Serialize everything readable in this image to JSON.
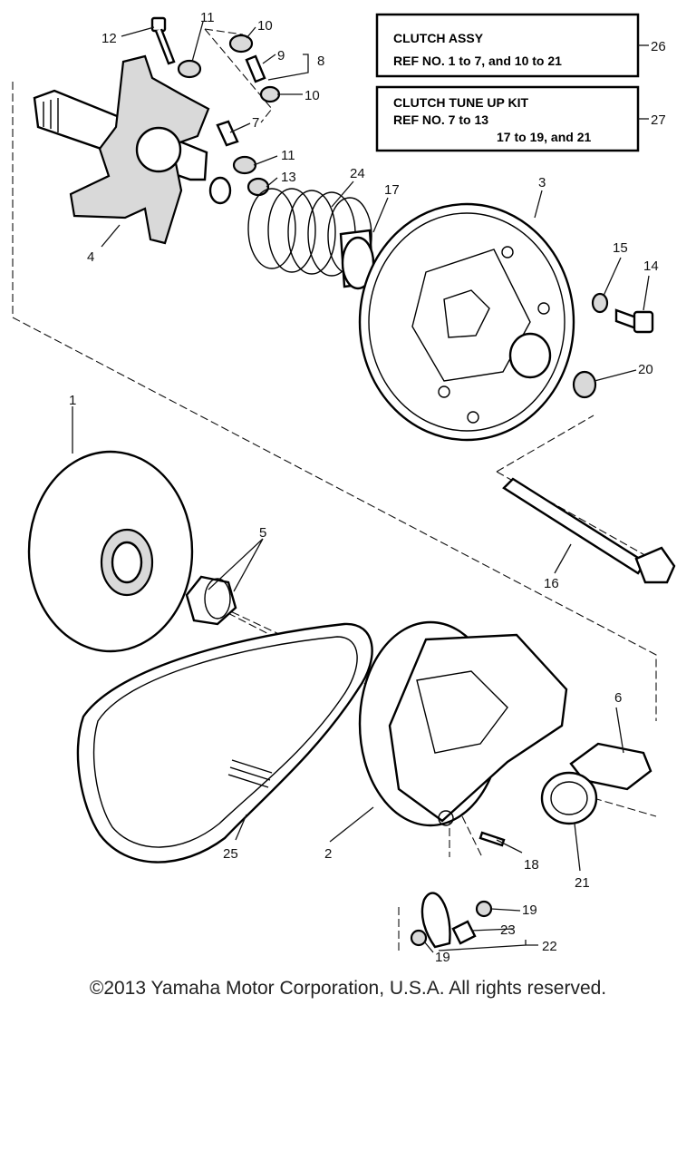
{
  "boxes": {
    "clutch_assy": {
      "title": "CLUTCH ASSY",
      "line": "REF NO. 1 to 7, and 10 to 21",
      "ref": "26"
    },
    "tune_up_kit": {
      "title": "CLUTCH TUNE UP KIT",
      "line1": "REF NO. 7 to 13",
      "line2": "17 to 19, and 21",
      "ref": "27"
    }
  },
  "callouts": {
    "c1": "1",
    "c2": "2",
    "c3": "3",
    "c4": "4",
    "c5": "5",
    "c6": "6",
    "c7": "7",
    "c8": "8",
    "c9": "9",
    "c10a": "10",
    "c10b": "10",
    "c11a": "11",
    "c11b": "11",
    "c12": "12",
    "c13": "13",
    "c14": "14",
    "c15": "15",
    "c16": "16",
    "c17": "17",
    "c18": "18",
    "c19a": "19",
    "c19b": "19",
    "c20": "20",
    "c21": "21",
    "c22": "22",
    "c23": "23",
    "c24": "24",
    "c25": "25"
  },
  "footer": {
    "copyright": "©2013 Yamaha Motor Corporation, U.S.A. All rights reserved."
  }
}
